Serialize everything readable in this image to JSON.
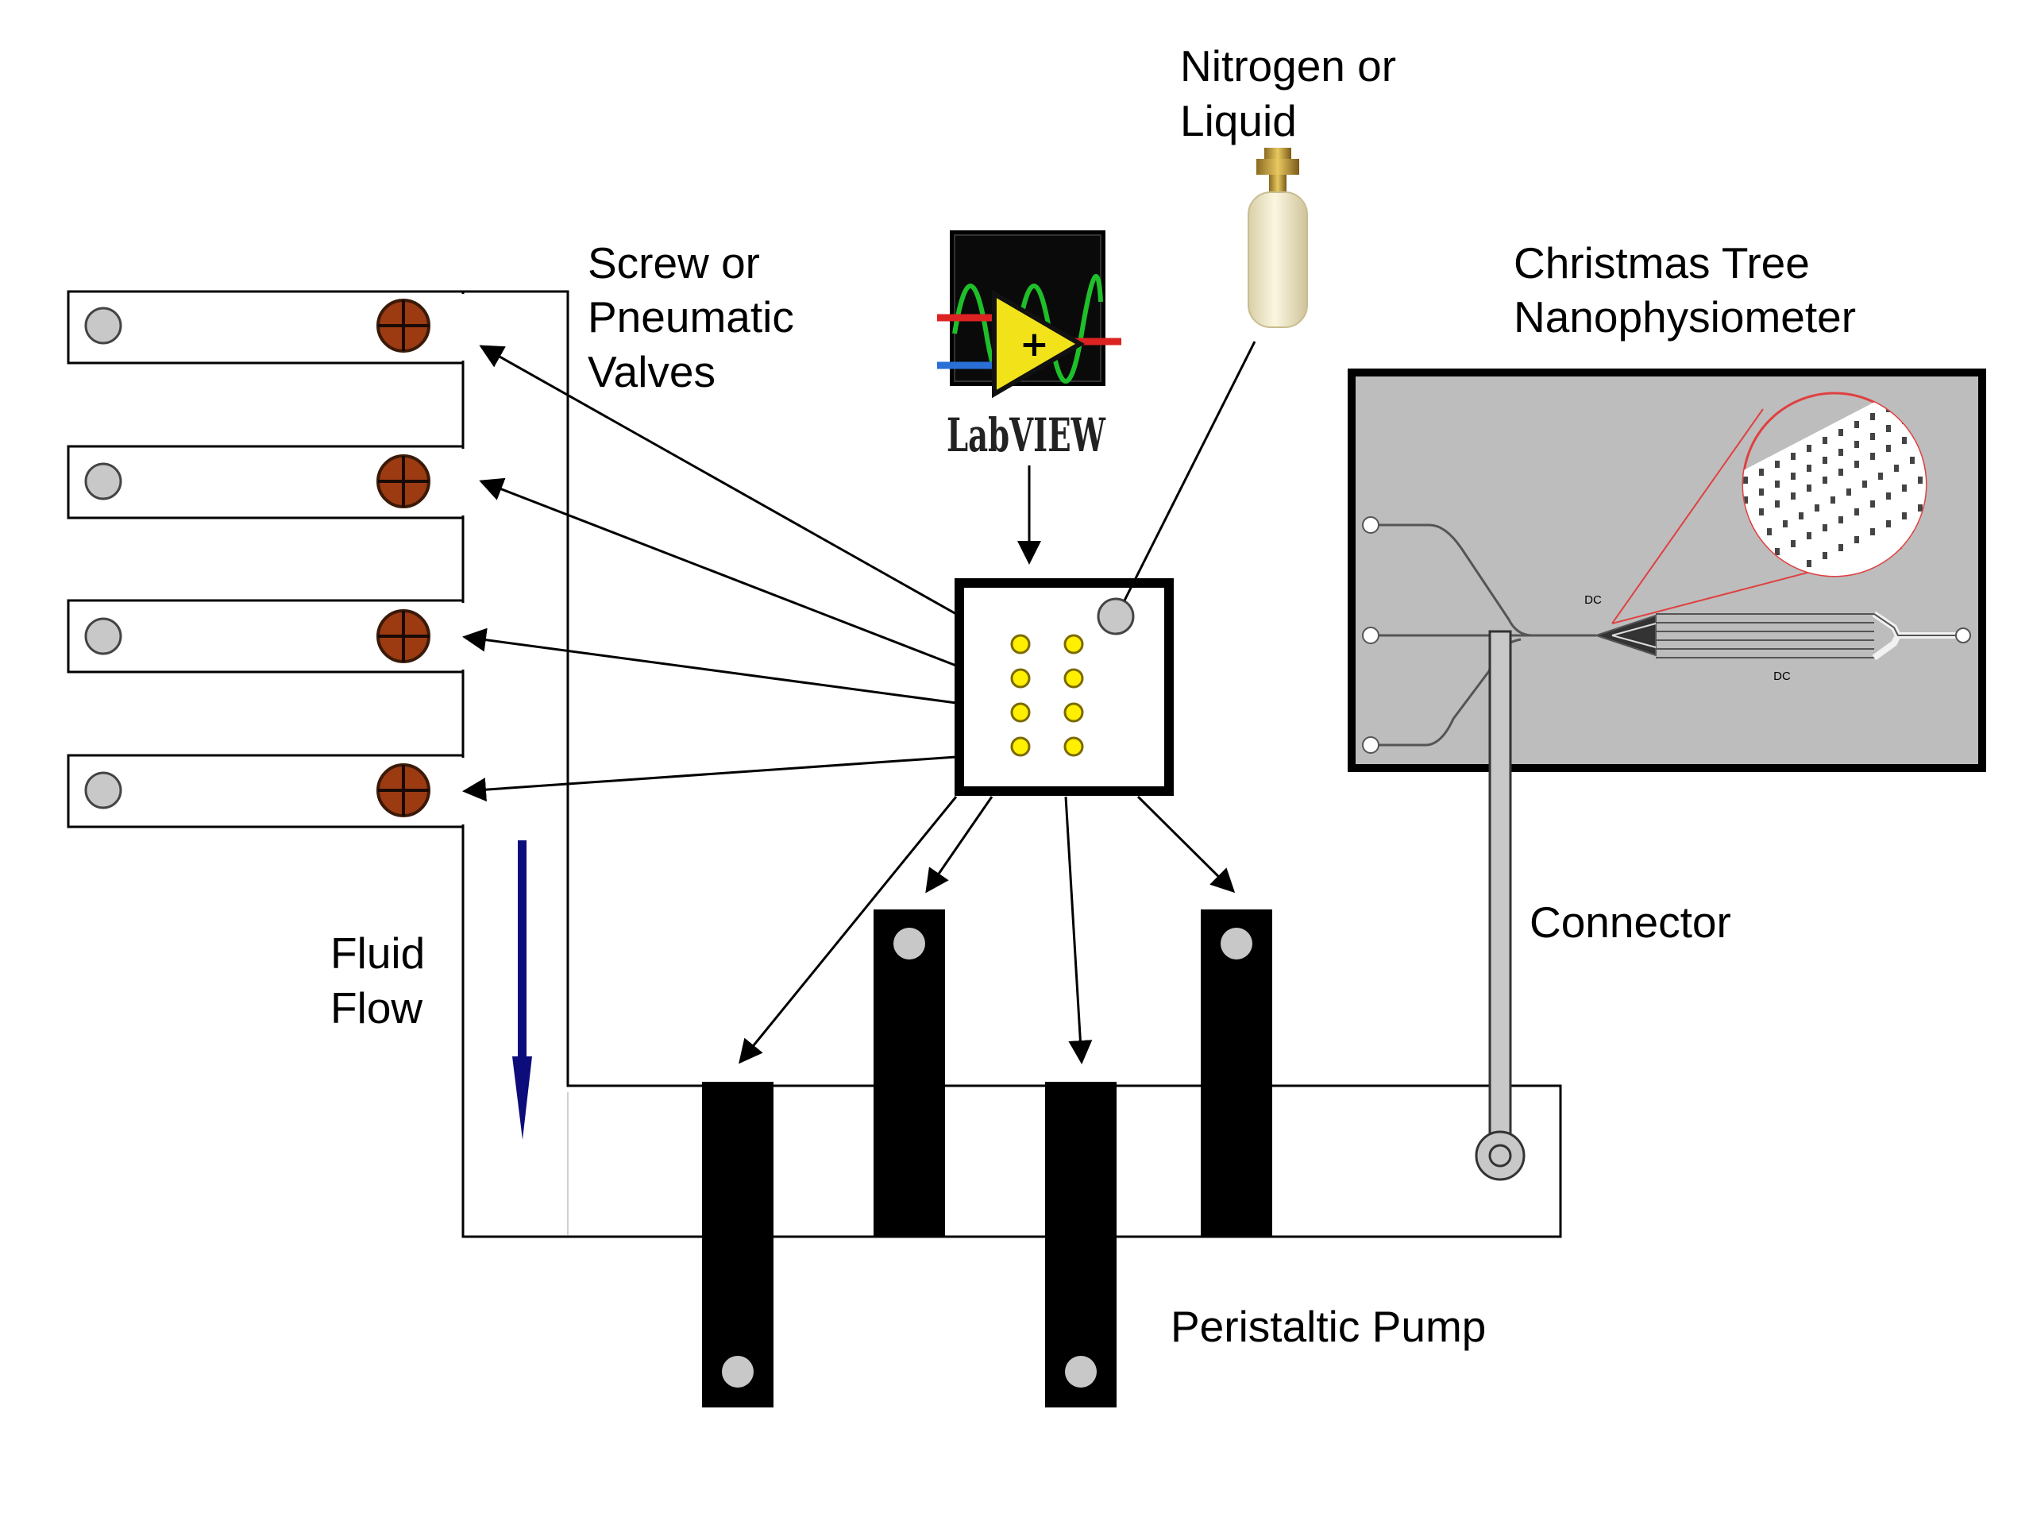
{
  "labels": {
    "gas": [
      "Nitrogen or",
      "Liquid"
    ],
    "valves": [
      "Screw or",
      "Pneumatic",
      "Valves"
    ],
    "chip": [
      "Christmas Tree",
      "Nanophysiometer"
    ],
    "connector": "Connector",
    "fluid_flow": [
      "Fluid",
      "Flow"
    ],
    "pump": "Peristaltic Pump",
    "labview_logo": "LabVIEW",
    "chip_marks": [
      "DC",
      "DC"
    ]
  },
  "colors": {
    "line": "#000000",
    "valve_screw": "#9c3a12",
    "valve_port": "#c8c8c8",
    "led": "#ffef00",
    "chip_background": "#bdbdbd",
    "flow_arrow": "#0c0c7a",
    "pump_roller": "#000000",
    "magnifier_outline": "#e04040",
    "labview_triangle": "#f2e21a",
    "labview_wave": "#1fbf2a"
  },
  "icons": [
    "gas-cylinder-icon",
    "labview-logo-icon",
    "led-indicator-icon",
    "screw-valve-icon"
  ]
}
